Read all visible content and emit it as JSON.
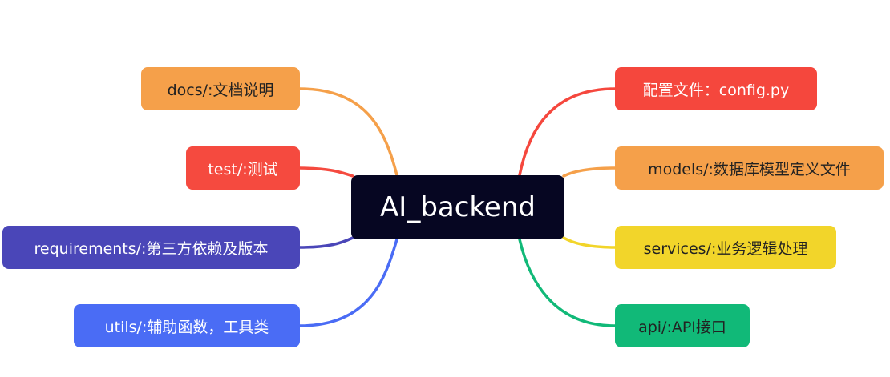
{
  "root": {
    "label": "AI_backend",
    "color": "#060622",
    "text_color": "#ffffff"
  },
  "left": [
    {
      "label": "docs/:文档说明",
      "color": "#F5A04A",
      "text_color": "#222222"
    },
    {
      "label": "test/:测试",
      "color": "#F54A3F",
      "text_color": "#ffffff"
    },
    {
      "label": "requirements/:第三方依赖及版本",
      "color": "#4A46B8",
      "text_color": "#ffffff"
    },
    {
      "label": "utils/:辅助函数，工具类",
      "color": "#4A6CF5",
      "text_color": "#ffffff"
    }
  ],
  "right": [
    {
      "label": "配置文件：config.py",
      "color": "#F5473D",
      "text_color": "#ffffff"
    },
    {
      "label": "models/:数据库模型定义文件",
      "color": "#F5A04A",
      "text_color": "#222222"
    },
    {
      "label": "services/:业务逻辑处理",
      "color": "#F2D52A",
      "text_color": "#222222"
    },
    {
      "label": "api/:API接口",
      "color": "#11B978",
      "text_color": "#222222"
    }
  ]
}
